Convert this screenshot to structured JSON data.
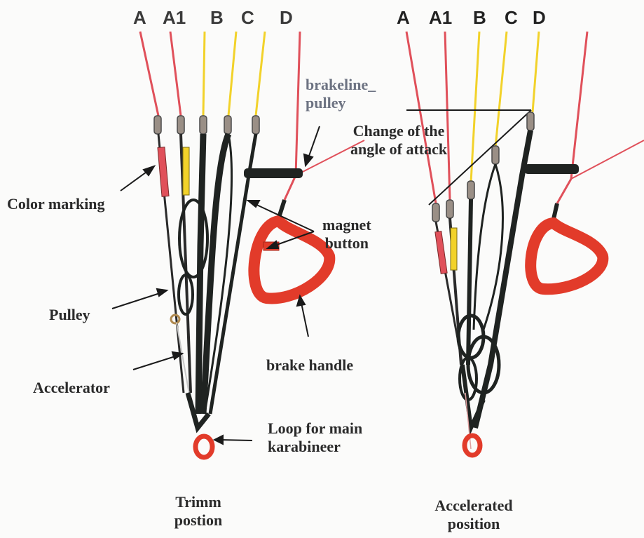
{
  "trimm": {
    "riser_letters": [
      "A",
      "A1",
      "B",
      "C",
      "D"
    ],
    "caption_line1": "Trimm",
    "caption_line2": "postion"
  },
  "accelerated": {
    "riser_letters": [
      "A",
      "A1",
      "B",
      "C",
      "D"
    ],
    "caption_line1": "Accelerated",
    "caption_line2": "position"
  },
  "labels": {
    "color_marking": "Color marking",
    "pulley": "Pulley",
    "accelerator": "Accelerator",
    "brakeline_pulley_line1": "brakeline_",
    "brakeline_pulley_line2": "pulley",
    "change_angle_line1": "Change of the",
    "change_angle_line2": "angle of attack",
    "magnet_button_line1": "magnet",
    "magnet_button_line2": "button",
    "brake_handle": "brake handle",
    "loop_line1": "Loop for main",
    "loop_line2": "karabineer"
  },
  "colors": {
    "red_line": "#e0505a",
    "yellow_line": "#f2d22a",
    "black_riser": "#1f2321",
    "brake_red": "#e23b2a",
    "label_text": "#2b2b2b",
    "label_grey": "#6d7382"
  }
}
